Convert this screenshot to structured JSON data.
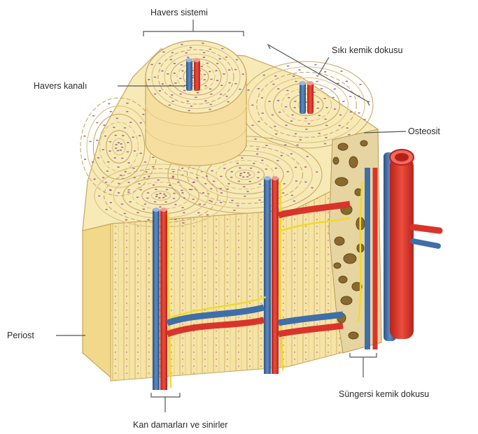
{
  "labels": {
    "havers_sistemi": "Havers sistemi",
    "havers_kanali": "Havers kanalı",
    "siki_kemik": "Sıkı kemik dokusu",
    "osteosit": "Osteosit",
    "periost": "Periost",
    "sungersi": "Süngersi kemik dokusu",
    "kan_damarlari": "Kan damarları ve sinirler"
  },
  "colors": {
    "bone": "#f7eab7",
    "bone_face": "#f4e2a2",
    "lamella": "#e0c886",
    "osteocyte": "#a46a98",
    "artery": "#d9342b",
    "vein": "#3f6fa8",
    "nerve": "#f0da2a",
    "spongy": "#e6d5a0",
    "spongy_hole": "#8a6a2c",
    "periost": "#f2d88a"
  }
}
